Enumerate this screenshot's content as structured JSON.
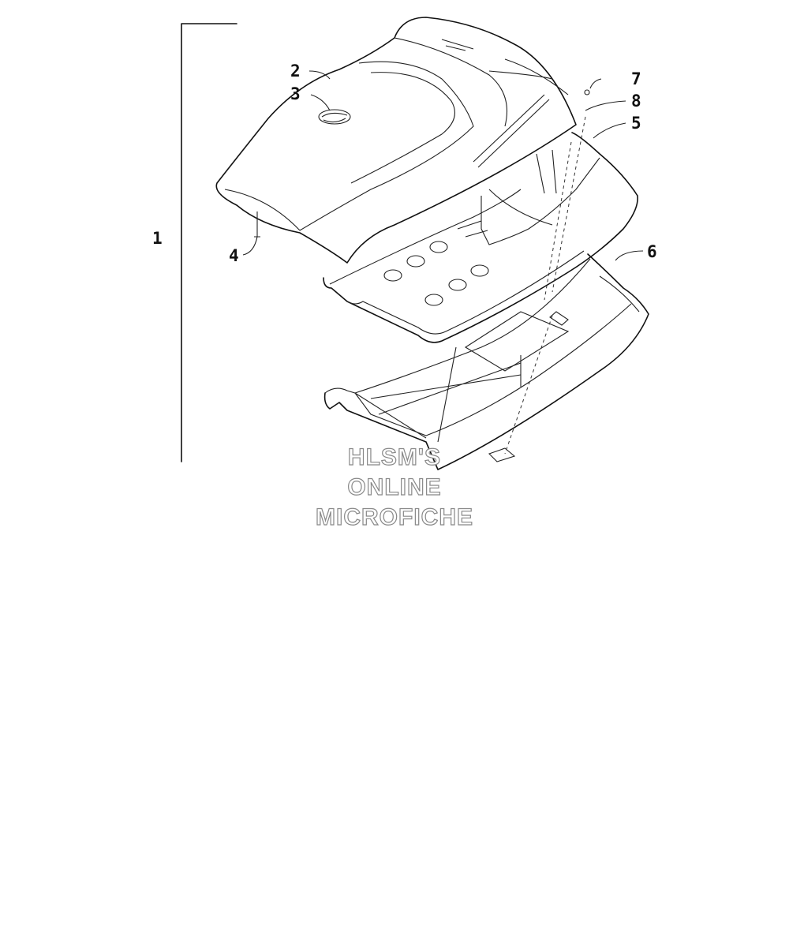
{
  "callouts": {
    "c1": "1",
    "c2": "2",
    "c3": "3",
    "c4": "4",
    "c5": "5",
    "c6": "6",
    "c7": "7",
    "c8": "8"
  },
  "watermark": {
    "line1": "HLSM'S",
    "line2": "ONLINE",
    "line3": "MICROFICHE"
  }
}
